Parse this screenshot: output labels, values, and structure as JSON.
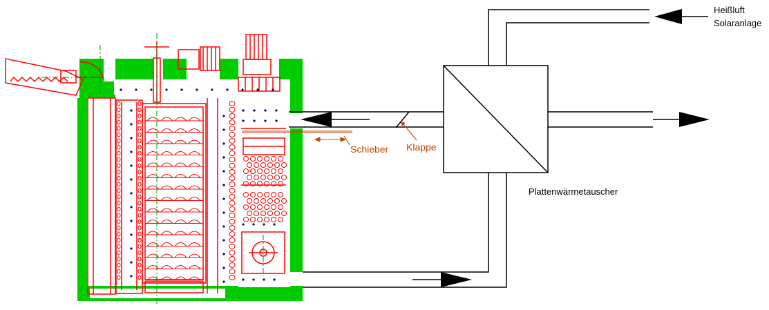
{
  "labels": {
    "source_line1": "Heißluft",
    "source_line2": "Solaranlage",
    "heat_exchanger": "Plattenwärmetauscher",
    "damper_slide": "Schieber",
    "damper_flap": "Klappe"
  },
  "colors": {
    "background": "#ffffff",
    "line": "#000000",
    "machine": "#ff0000",
    "casing": "#00cc00",
    "annotation": "#cc4400",
    "airflow_dots": "#000080",
    "guide": "#009900"
  }
}
